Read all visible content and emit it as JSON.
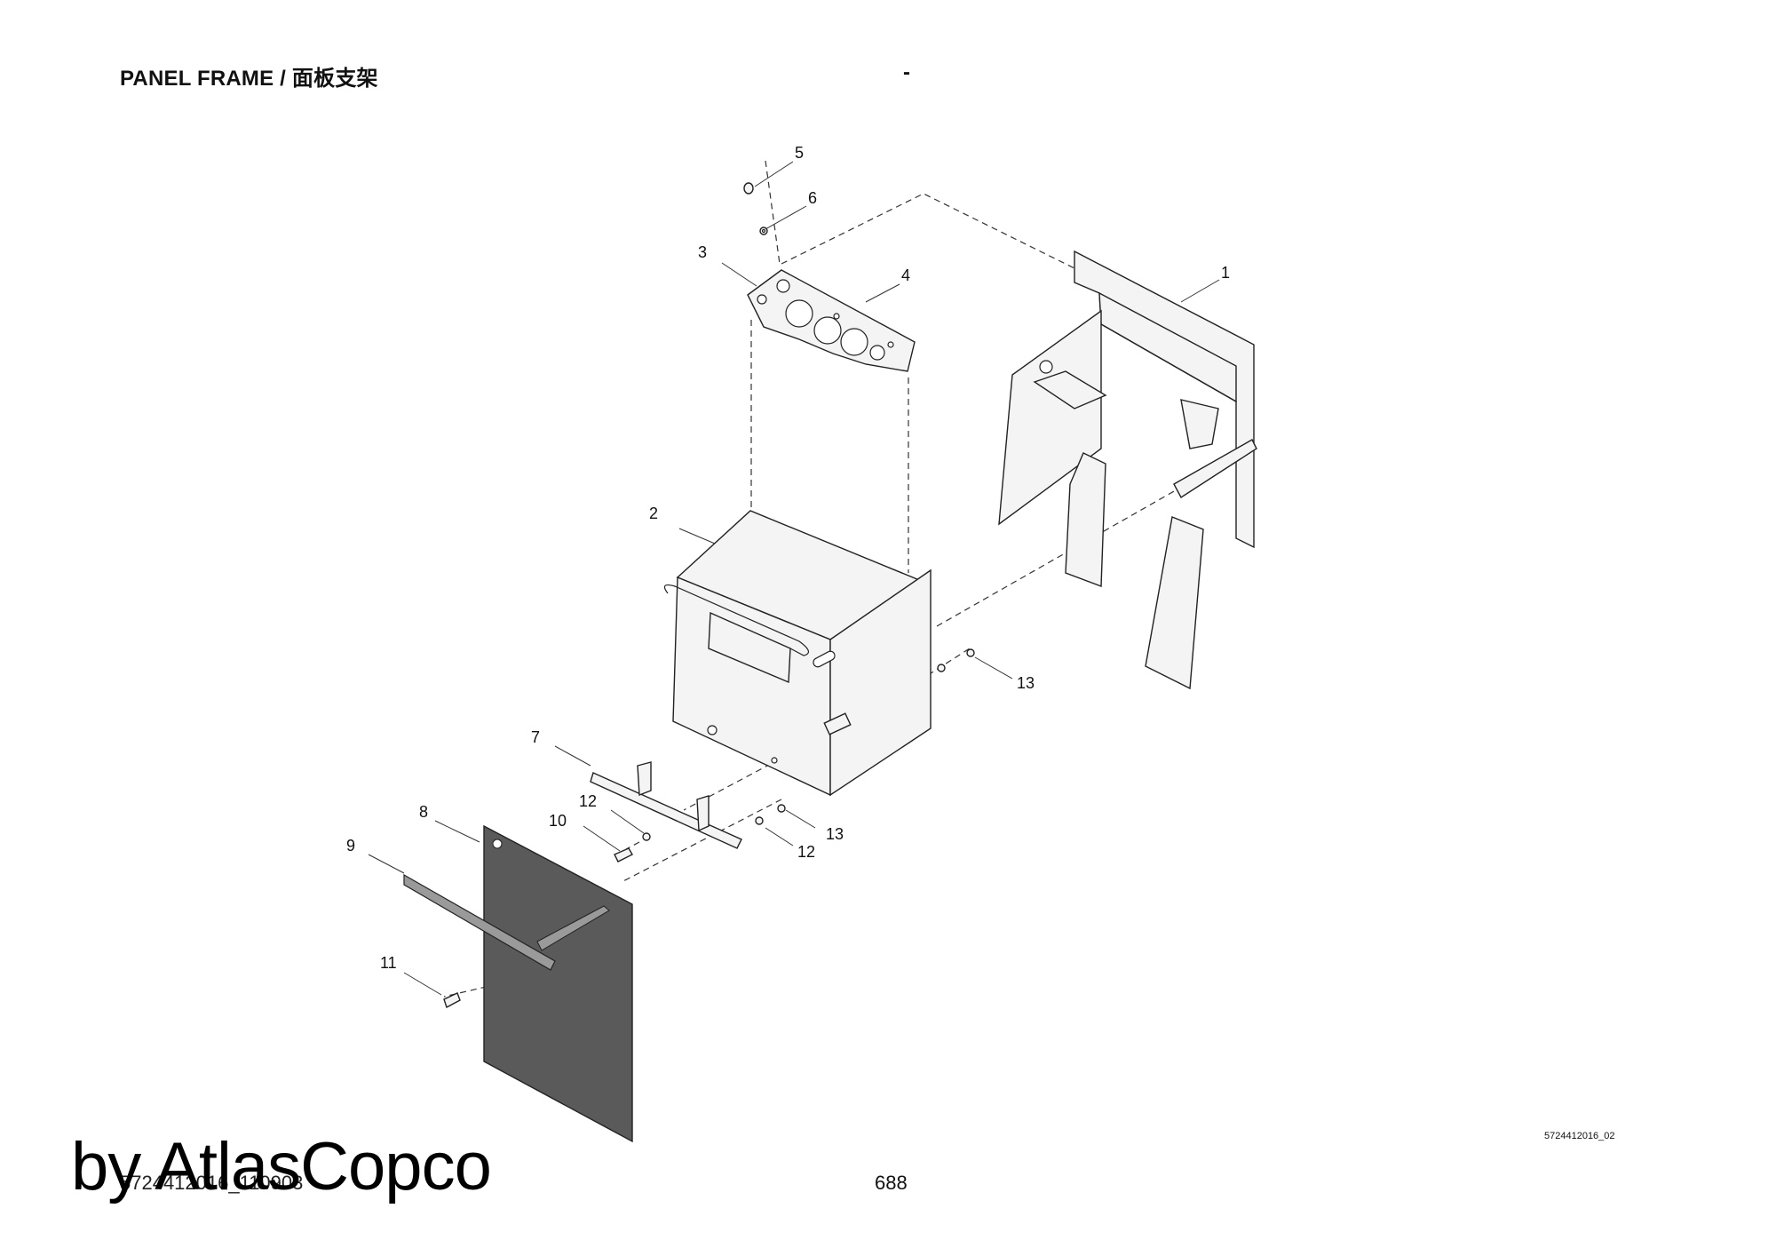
{
  "header": {
    "title": "PANEL FRAME / 面板支架",
    "dash": "-"
  },
  "drawing_code": "5724412016_02",
  "footer": {
    "doc_number": "5724412016_110903",
    "page_number": "688",
    "watermark": "by AtlasCopco"
  },
  "callouts": [
    "1",
    "2",
    "3",
    "4",
    "5",
    "6",
    "7",
    "8",
    "9",
    "10",
    "11",
    "12",
    "12",
    "13",
    "13"
  ],
  "colors": {
    "line": "#222222",
    "part_fill": "#f4f4f4",
    "cover_fill": "#5a5a5a"
  }
}
